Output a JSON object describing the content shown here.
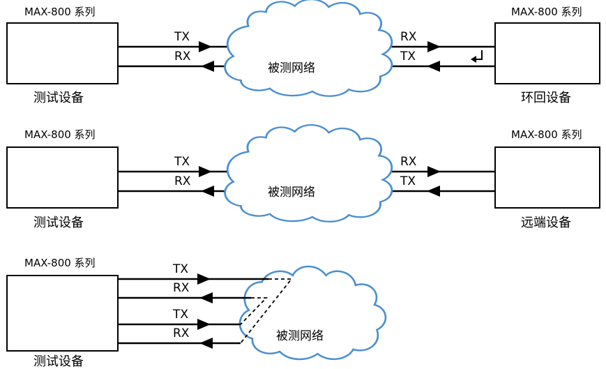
{
  "panels": [
    {
      "left_caption": "MAX-800 系列",
      "left_device": "测试设备",
      "right_caption": "MAX-800 系列",
      "right_device": "环回设备",
      "network": "被测网络",
      "left_labels": [
        "TX",
        "RX"
      ],
      "right_labels": [
        "RX",
        "TX"
      ]
    },
    {
      "left_caption": "MAX-800 系列",
      "left_device": "测试设备",
      "right_caption": "MAX-800 系列",
      "right_device": "远端设备",
      "network": "被测网络",
      "left_labels": [
        "TX",
        "RX"
      ],
      "right_labels": [
        "RX",
        "TX"
      ]
    },
    {
      "left_caption": "MAX-800 系列",
      "left_device": "测试设备",
      "network": "被测网络",
      "left_labels": [
        "TX",
        "RX",
        "TX",
        "RX"
      ]
    }
  ],
  "icons": {
    "loopback": "return-arrow-icon"
  },
  "colors": {
    "cloud_outline": "#4b8fd0",
    "lines": "#000000"
  }
}
